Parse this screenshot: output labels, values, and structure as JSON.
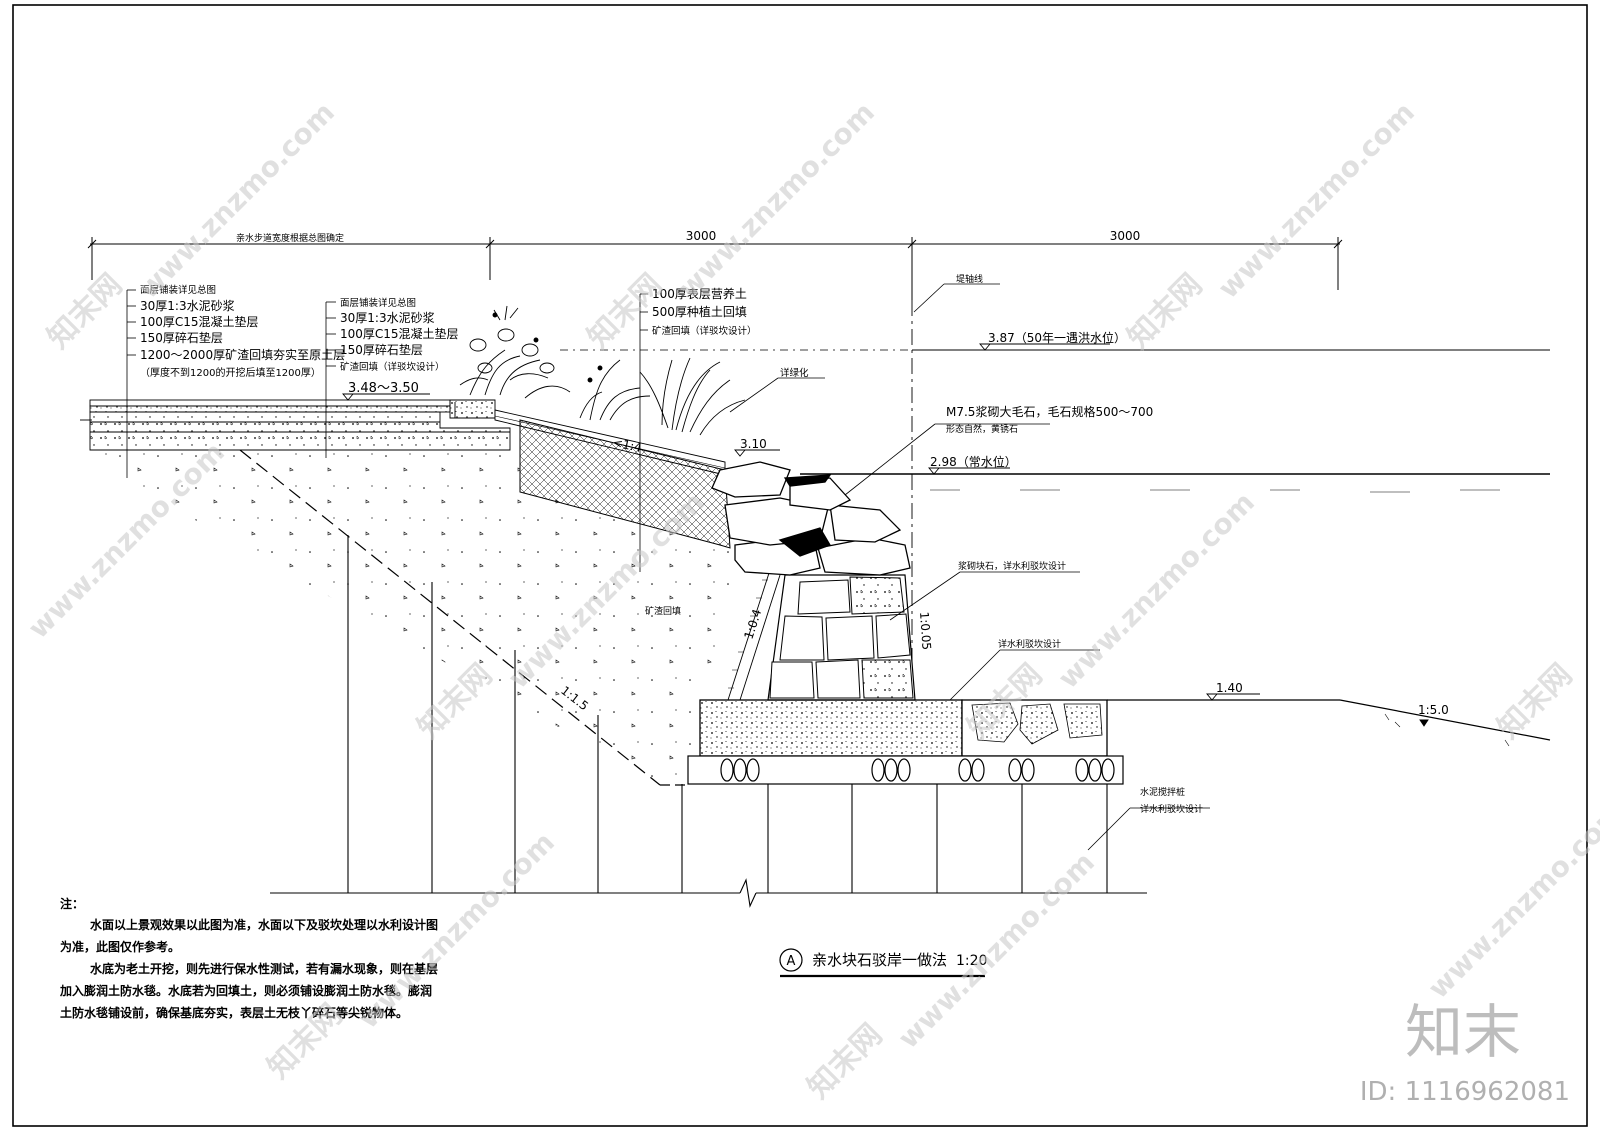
{
  "dimensions": {
    "left_span": "亲水步道宽度根据总图确定",
    "mid_span": "3000",
    "right_span": "3000"
  },
  "callouts": {
    "left_layers": [
      "面层铺装详见总图",
      "30厚1:3水泥砂浆",
      "100厚C15混凝土垫层",
      "150厚碎石垫层",
      "1200～2000厚矿渣回填夯实至原土层",
      "（厚度不到1200的开挖后填至1200厚）"
    ],
    "mid_layers": [
      "面层铺装详见总图",
      "30厚1:3水泥砂浆",
      "100厚C15混凝土垫层",
      "150厚碎石垫层",
      "矿渣回填（详驳坎设计）"
    ],
    "planting_layers": [
      "100厚表层营养土",
      "500厚种植土回填",
      "矿渣回填（详驳坎设计）"
    ],
    "dike_axis": "堤轴线",
    "greening": "详绿化",
    "stone_note_1": "M7.5浆砌大毛石，毛石规格500～700",
    "stone_note_2": "形态自然，黄锈石",
    "block_stone": "浆砌块石，详水利驳坎设计",
    "hydraulic": "详水利驳坎设计",
    "pile_1": "水泥搅拌桩",
    "pile_2": "详水利驳坎设计",
    "fill": "矿渣回填"
  },
  "levels": {
    "flood": "3.87（50年一遇洪水位）",
    "path": "3.48～3.50",
    "slope_top": "3.10",
    "normal": "2.98（常水位）",
    "bed": "1.40"
  },
  "slopes": {
    "planting": "<1:4",
    "wall_back": "1:0.4",
    "wall_face": "1:0.05",
    "excavation": "1:1.5",
    "bed": "1:5.0"
  },
  "notes": {
    "heading": "注：",
    "lines": [
      "水面以上景观效果以此图为准，水面以下及驳坎处理以水利设计图",
      "为准，此图仅作参考。",
      "水底为老土开挖，则先进行保水性测试，若有漏水现象，则在基层",
      "加入膨润土防水毯。水底若为回填土，则必须铺设膨润土防水毯。膨润",
      "土防水毯铺设前，确保基底夯实，表层土无枝丫碎石等尖锐物体。"
    ]
  },
  "title": {
    "mark": "A",
    "text": "亲水块石驳岸一做法",
    "scale": "1:20"
  },
  "watermark": {
    "site": "www.znzmo.com",
    "brand": "知末网",
    "logo": "知末",
    "id": "ID: 1116962081"
  }
}
